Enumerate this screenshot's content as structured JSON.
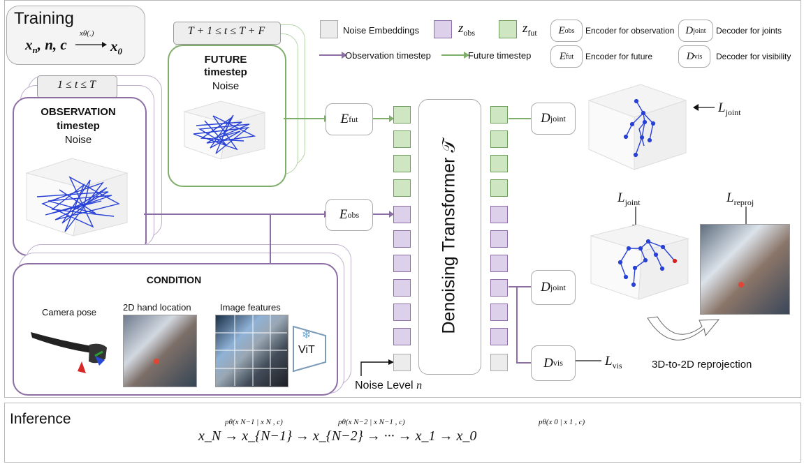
{
  "training": {
    "title": "Training",
    "formula_main": "x",
    "formula_sub_n": "n",
    "formula_sep": ",",
    "formula_c": "c",
    "formula_arrow_label": "xθ(.)",
    "formula_target": "x",
    "formula_sub_0": "0"
  },
  "legend": {
    "noise_embeddings": "Noise Embeddings",
    "z_obs": "z",
    "z_obs_sub": "obs",
    "z_fut": "z",
    "z_fut_sub": "fut",
    "enc_obs": "Encoder for observation",
    "enc_fut": "Encoder for future",
    "dec_joint": "Decoder for joints",
    "dec_vis": "Decoder for visibility",
    "obs_timestep": "Observation timestep",
    "fut_timestep": "Future timestep",
    "enc_obs_symbol": "E",
    "enc_obs_sub": "obs",
    "enc_fut_symbol": "E",
    "enc_fut_sub": "fut",
    "dec_joint_symbol": "D",
    "dec_joint_sub": "joint",
    "dec_vis_symbol": "D",
    "dec_vis_sub": "vis"
  },
  "future": {
    "range": "T + 1 ≤ t ≤ T + F",
    "title_line1": "FUTURE",
    "title_line2": "timestep",
    "subtitle": "Noise"
  },
  "observation": {
    "range": "1 ≤ t ≤ T",
    "title_line1": "OBSERVATION",
    "title_line2": "timestep",
    "subtitle": "Noise"
  },
  "condition": {
    "title": "CONDITION",
    "camera_pose": "Camera pose",
    "hand_location": "2D hand location",
    "image_features": "Image features",
    "vit": "ViT"
  },
  "transformer": {
    "label": "Denoising Transformer 𝒯"
  },
  "modules": {
    "e_fut": "E",
    "e_fut_sub": "fut",
    "e_obs": "E",
    "e_obs_sub": "obs",
    "d_joint_top": "D",
    "d_joint_top_sub": "joint",
    "d_joint_bottom": "D",
    "d_joint_bottom_sub": "joint",
    "d_vis": "D",
    "d_vis_sub": "vis"
  },
  "losses": {
    "l_joint_top": "L",
    "l_joint_top_sub": "joint",
    "l_joint_mid": "L",
    "l_joint_mid_sub": "joint",
    "l_reproj": "L",
    "l_reproj_sub": "reproj",
    "l_vis": "L",
    "l_vis_sub": "vis"
  },
  "noise_level": {
    "text": "Noise Level",
    "symbol": "n"
  },
  "reprojection": {
    "label": "3D-to-2D reprojection"
  },
  "inference": {
    "title": "Inference",
    "chain": "x_N → x_{N−1} → x_{N−2} → ··· → x_1 → x_0",
    "label1": "pθ(x N−1 | x N , c)",
    "label2": "pθ(x N−2 | x N−1 , c)",
    "label3": "pθ(x 0 | x 1 , c)"
  },
  "colors": {
    "purple": "#8c6ea4",
    "green": "#7fae6b",
    "gray": "#aaa"
  }
}
